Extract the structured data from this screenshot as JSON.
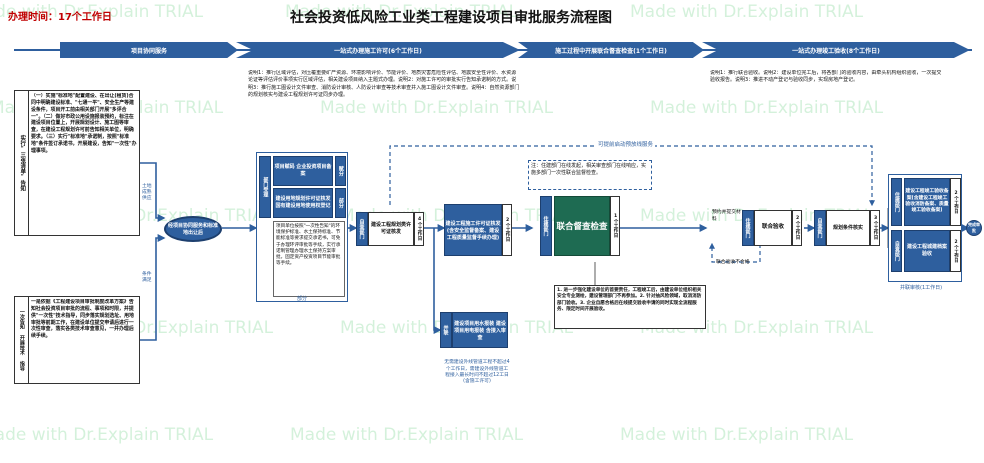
{
  "title": "社会投资低风险工业类工程建设项目审批服务流程图",
  "time_label": "办理时间：17个工作日",
  "phases": [
    {
      "label": "项目协同服务"
    },
    {
      "label": "一站式办理施工许可(6个工作日)"
    },
    {
      "label": "施工过程中开展联合督查检查(1个工作日)"
    },
    {
      "label": "一站式办理竣工验收(8个工作日)"
    }
  ],
  "left_boxes": {
    "top_side": "实行\"三张清单\"告知",
    "top_text": "（一）实施\"标准地\"配置建设、在出让(租赁)合同中明确建设标准、\"七通一平\"、安全生产等建设条件，项目开工前由相关部门开展\"多评合一\"。（二）做好市政公用设施报装预约，标注在建设项目位置上，开展规划设计、施工图等审查，在建设工程规划许可前告知相关单位，明确要求。（三）实行\"标准地\"承诺制，按照\"标准地\"条件签订承诺书，开展建设，告知\"一次性\"办理事项。",
    "bottom_side": "一次告知 开展技术 指导",
    "bottom_text": "一是依据《工程建设项目审批制度改革方案》告知社会投资项目审批的流程、事项和时限，并提供\"一次性\"技术指导，同步落实规划选址、用地审批等前期工作，在建设单位提交申请后进行一次性审查，落实各类技术审查意见，一并办理后续手续。"
  },
  "flow_labels": {
    "yes_top": "土地成熟供应",
    "yes_bottom": "条件满足",
    "start": "经项目协同服务和标准地出让后",
    "dept_col": "部门受理",
    "approve_a": "项目赋码 企业投资项目备案",
    "approve_a_side": "赋分",
    "approve_b": "建设用地规划许可证核发 国有建设用地使用权登记",
    "approve_b_side": "部分",
    "approve_note": "项目单位按照\"一次性告知\"的环境保护标准、水土保持标准、节能标准等要求提交承诺书，可免于办理环评审批等手续，实行承诺制管理办理水土保持方案审批，固定资产投资项目节能审批等手续。",
    "approve_note_side": "部分",
    "self_check": "自查部门",
    "plan_permit": "建设工程规划类许可证核发",
    "plan_permit_days": "4个工作日",
    "build_permit": "建设工程施工许可证核发(含安全监督备案、建设工程质量监督手续办理)",
    "build_permit_days": "2个工作日",
    "water_connect": "建设项目用水报装 建设项目用电报装 含接入审查",
    "water_side": "并联",
    "water_note": "无需建设外线管道工程不超过4个工作日，需建设外线管道工程接入最长时间不超过12工日(含施工许可)",
    "advance_service": "可提前启动预放线服务",
    "joint_inspect_note": "注：住建部门在线发起，相关审查部门在线响应，实施多部门一次性联合监督检查。",
    "joint_inspect": "联合督查检查",
    "joint_days": "1个工作日",
    "self_dept_b": "住建部门",
    "inspect_note": "1. 进一步强化建设单位的首要责任，工程竣工后，由建设单位组织相关安全专业测绘，建设管理部门不再参加。2. 针对抽风险领域，取消消防部门验收。3. 企业自愿合格后在线提交验收申请的同时实现全流程服务、限定时间开展验收。",
    "pre_material": "预约并提交材料",
    "joint_accept": "联合验收",
    "joint_accept_days": "2个工作日",
    "submit_dept": "住建部门",
    "complete_check": "规划条件核实",
    "complete_days": "3个工作日",
    "record": "建设工程竣工验收备案(含建设工程竣工验收消防备案、质量竣工验收备案)",
    "archive": "建设工程城建档案验收",
    "record_days": "2个工作日",
    "record_note": "并联审核(1工作日)",
    "accept_fail": "联合验收不合格",
    "end": "完成审批"
  },
  "phase_notes": {
    "p2": "说明1：推行区域评估，对压覆重要矿产资源、环境影响评价、节能评价、地质灾害危险性评估、地震安全性评价、水资源论证等评估评价事项实行区域评估，相关建设项目纳入主题式办理。说明2：对施工许可的审批实行告知承诺制的方式。说明3：推行施工图设计文件审查、消防设计审核、人防设计审查等技术审查并入施工图设计文件审查。说明4：自然资源部门的规划核实与建设工程规划许可证同步办理。",
    "p4": "说明1：推行联合验收。说明2：建设单位完工后，将各部门的验收内容，由牵头机构组织验收，一次提交验收报告。说明3：推进不动产登记与验收同步，实现房地产登记。"
  },
  "watermark": "Made with Dr.Explain TRIAL"
}
